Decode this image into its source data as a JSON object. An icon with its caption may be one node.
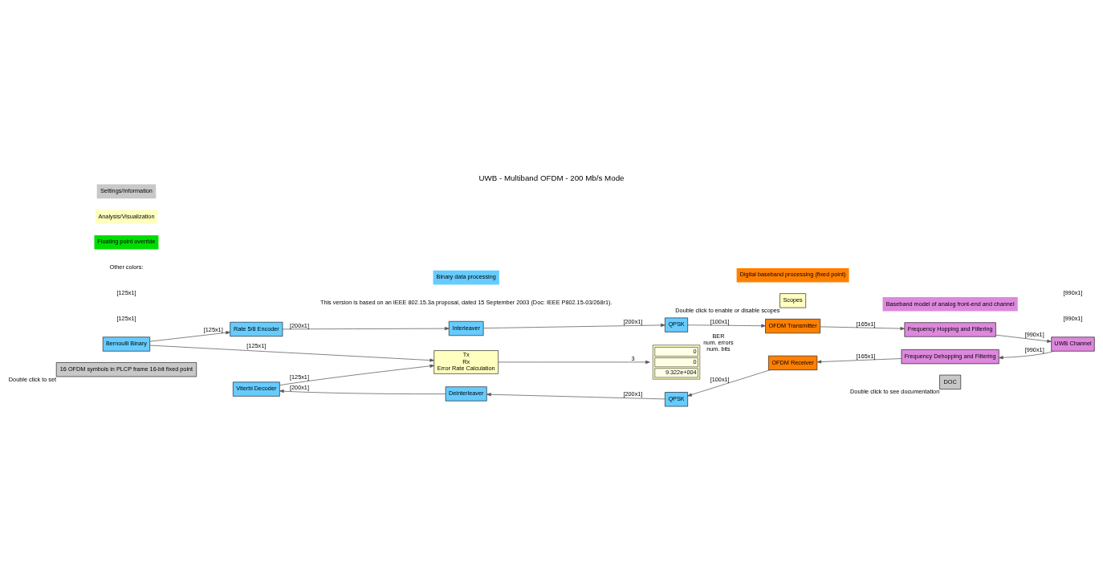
{
  "diagram": {
    "title": "UWB - Multiband OFDM - 200 Mb/s Mode",
    "nodes": [
      {
        "text": [
          "16 OFDM symbols in PLCP frame 16-bit fixed point"
        ],
        "beside": [
          "Double click to set"
        ]
      },
      {
        "text": [
          "DOC"
        ],
        "beside": [
          "Double click to see documentation"
        ]
      },
      {
        "text": [
          "Bernoulli Binary"
        ]
      },
      {
        "text": [
          "Rate 5/8 Encoder"
        ]
      },
      {
        "text": [
          "Interleaver"
        ]
      },
      {
        "text": [
          "QPSK"
        ]
      },
      {
        "text": [
          "OFDM Transmitter"
        ]
      },
      {
        "text": [
          "Frequency Hopping and Filtering"
        ]
      },
      {
        "text": [
          "UWB Channel"
        ]
      },
      {
        "text": [
          "Frequency Dehopping and Filtering"
        ]
      },
      {
        "text": [
          "OFDM Receiver"
        ]
      },
      {
        "text": [
          "QPSK"
        ]
      },
      {
        "text": [
          "Deinterleaver"
        ]
      },
      {
        "text": [
          "Viterbi Decoder"
        ]
      },
      {
        "text": [
          "Tx",
          "Rx",
          "Error Rate Calculation"
        ]
      },
      {
        "text": [
          "0",
          "0",
          "9.322e+004"
        ],
        "beside": [
          "BER",
          "num. errors",
          "num. bits"
        ]
      },
      {
        "text": [
          "Scopes"
        ],
        "beside": [
          "Double click to enable or disable scopes"
        ]
      }
    ],
    "edges": [
      {
        "from": 2,
        "to": 3,
        "arrow": "to",
        "label": "[125x1]"
      },
      {
        "from": 2,
        "to": 14,
        "arrow": "to",
        "label": "[125x1]"
      },
      {
        "from": 3,
        "to": 4,
        "arrow": "to",
        "label": "[200x1]"
      },
      {
        "from": 4,
        "to": 5,
        "arrow": "to",
        "label": "[200x1]"
      },
      {
        "from": 5,
        "to": 6,
        "arrow": "to",
        "label": "[100x1]"
      },
      {
        "from": 6,
        "to": 7,
        "arrow": "to",
        "label": "[165x1]"
      },
      {
        "from": 7,
        "to": 8,
        "arrow": "to",
        "label": "[990x1]"
      },
      {
        "from": 8,
        "to": 9,
        "arrow": "to",
        "label": "[990x1]"
      },
      {
        "from": 9,
        "to": 10,
        "arrow": "to",
        "label": "[165x1]"
      },
      {
        "from": 10,
        "to": 11,
        "arrow": "to",
        "label": "[100x1]"
      },
      {
        "from": 11,
        "to": 12,
        "arrow": "to",
        "label": "[200x1]"
      },
      {
        "from": 12,
        "to": 13,
        "arrow": "to",
        "label": "[200x1]"
      },
      {
        "from": 13,
        "to": 14,
        "arrow": "to",
        "label": "[125x1]"
      },
      {
        "from": 14,
        "to": 15,
        "arrow": "to",
        "label": "3"
      }
    ],
    "labels": [
      "This version is based on an IEEE 802.15.3a proposal, dated 15 September 2003 (Doc: IEEE P802.15-03/268r1).",
      "[125x1]",
      "[125x1]",
      "[990x1]",
      "[990x1]",
      "Other colors:"
    ],
    "legend": [
      {
        "text": "Floating point override",
        "color": "#00dd00"
      },
      {
        "text": "Analysis/Visualization",
        "color": "#ffffc0"
      },
      {
        "text": "Settings/Information",
        "color": "#c8c8c8"
      },
      {
        "text": "Binary data processing",
        "color": "#66ccff"
      },
      {
        "text": "Digital baseband processing (fixed point)",
        "color": "#ff8000"
      },
      {
        "text": "Baseband model of analog front-end and channel",
        "color": "#dd88dd"
      }
    ]
  }
}
